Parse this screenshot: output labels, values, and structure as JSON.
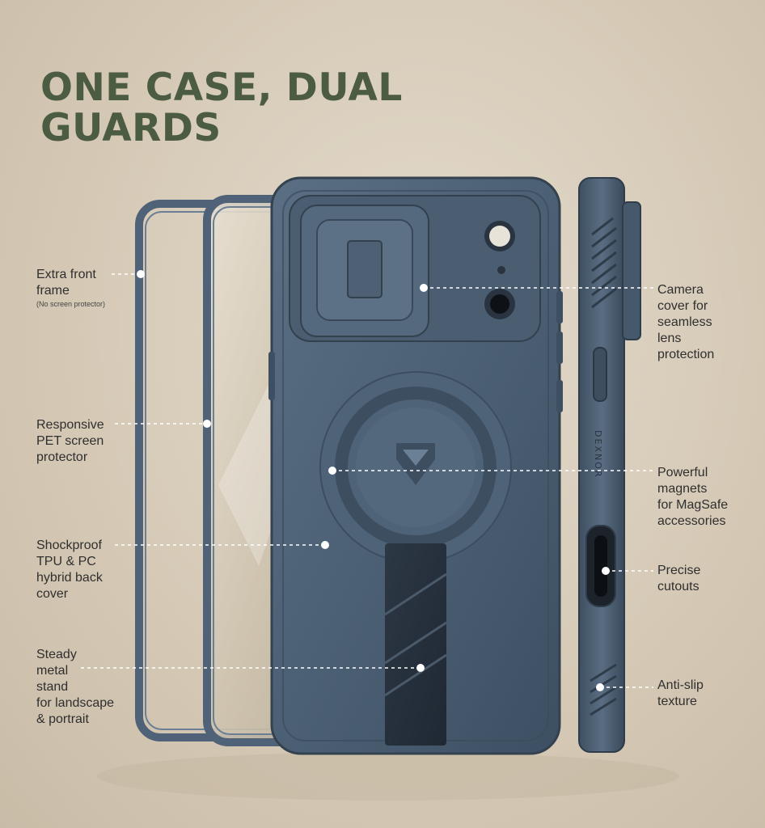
{
  "headline": {
    "line1": "ONE CASE, DUAL",
    "line2": "GUARDS",
    "color": "#4b5c42"
  },
  "product": {
    "brand_text": "DEXNOR",
    "case_color": "#4c6075"
  },
  "callouts_left": [
    {
      "lines": [
        "Extra front",
        "frame"
      ],
      "note": "(No screen protector)"
    },
    {
      "lines": [
        "Responsive",
        "PET screen",
        "protector"
      ]
    },
    {
      "lines": [
        "Shockproof",
        "TPU & PC",
        "hybrid back",
        "cover"
      ]
    },
    {
      "lines": [
        "Steady",
        "metal",
        "stand",
        "for landscape",
        "& portrait"
      ]
    }
  ],
  "callouts_right": [
    {
      "lines": [
        "Camera",
        "cover for",
        "seamless",
        "lens",
        "protection"
      ]
    },
    {
      "lines": [
        "Powerful",
        "magnets",
        "for MagSafe",
        "accessories"
      ]
    },
    {
      "lines": [
        "Precise",
        "cutouts"
      ]
    },
    {
      "lines": [
        "Anti-slip",
        "texture"
      ]
    }
  ]
}
